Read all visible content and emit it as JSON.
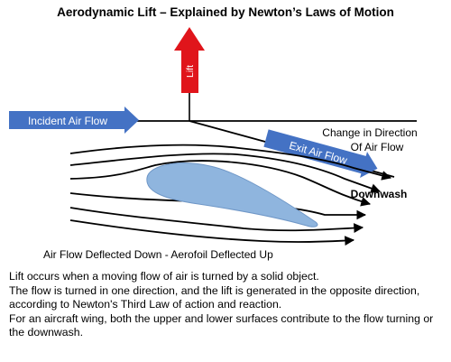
{
  "title": "Aerodynamic Lift – Explained by Newton’s Laws of Motion",
  "labels": {
    "lift": "Lift",
    "incident_air_flow": "Incident Air Flow",
    "change_in_direction_line1": "Change in Direction",
    "change_in_direction_line2": "Of Air Flow",
    "exit_air_flow": "Exit Air Flow",
    "downwash": "Downwash",
    "deflection_caption": "Air Flow Deflected Down - Aerofoil Deflected Up"
  },
  "description": [
    "Lift occurs when a moving flow of air is turned by a solid object.",
    "The flow is turned in one direction, and the lift is generated in the opposite direction, according to Newton's Third Law of action and reaction.",
    "For an aircraft wing, both the upper and lower surfaces contribute to the flow turning or the downwash."
  ],
  "colors": {
    "lift_arrow": "#e0151b",
    "flow_arrows": "#4472c4",
    "aerofoil": "#8fb5de",
    "aerofoil_outline": "#6f97c7",
    "lines": "#000000"
  }
}
